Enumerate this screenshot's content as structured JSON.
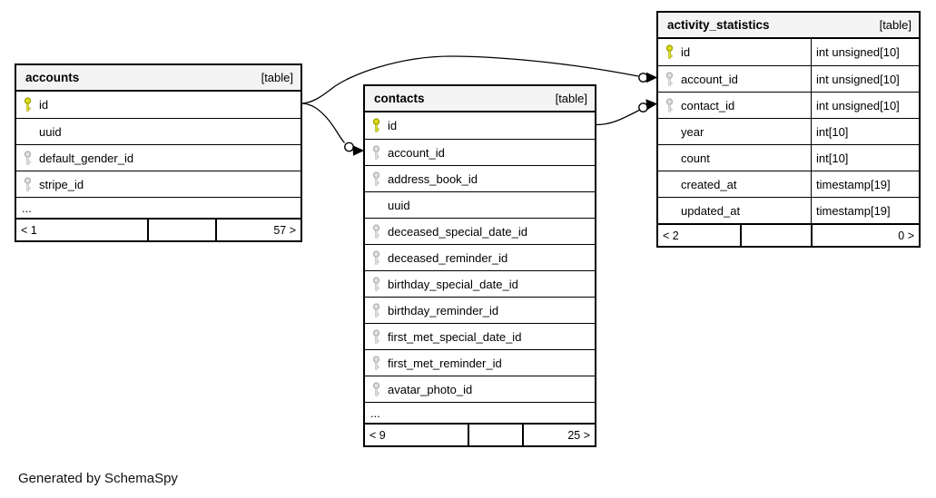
{
  "diagram": {
    "footer_note": "Generated by SchemaSpy"
  },
  "colors": {
    "primary_key": "#dede1f",
    "primary_key_stroke": "#a3a300",
    "foreign_key": "#e2e2e2",
    "foreign_key_stroke": "#b3b3b3",
    "header_bg": "#f4f4f4",
    "border": "#000000"
  },
  "tables": [
    {
      "name": "accounts",
      "badge": "[table]",
      "columns": [
        {
          "name": "id",
          "key": "primary"
        },
        {
          "name": "uuid"
        },
        {
          "name": "default_gender_id",
          "key": "foreign"
        },
        {
          "name": "stripe_id",
          "key": "foreign"
        }
      ],
      "truncated": "...",
      "pager": {
        "left": "< 1",
        "middle": "",
        "right": "57 >"
      }
    },
    {
      "name": "contacts",
      "badge": "[table]",
      "columns": [
        {
          "name": "id",
          "key": "primary"
        },
        {
          "name": "account_id",
          "key": "foreign"
        },
        {
          "name": "address_book_id",
          "key": "foreign"
        },
        {
          "name": "uuid"
        },
        {
          "name": "deceased_special_date_id",
          "key": "foreign"
        },
        {
          "name": "deceased_reminder_id",
          "key": "foreign"
        },
        {
          "name": "birthday_special_date_id",
          "key": "foreign"
        },
        {
          "name": "birthday_reminder_id",
          "key": "foreign"
        },
        {
          "name": "first_met_special_date_id",
          "key": "foreign"
        },
        {
          "name": "first_met_reminder_id",
          "key": "foreign"
        },
        {
          "name": "avatar_photo_id",
          "key": "foreign"
        }
      ],
      "truncated": "...",
      "pager": {
        "left": "< 9",
        "middle": "",
        "right": "25 >"
      }
    },
    {
      "name": "activity_statistics",
      "badge": "[table]",
      "columns": [
        {
          "name": "id",
          "key": "primary",
          "type": "int unsigned[10]"
        },
        {
          "name": "account_id",
          "key": "foreign",
          "type": "int unsigned[10]"
        },
        {
          "name": "contact_id",
          "key": "foreign",
          "type": "int unsigned[10]"
        },
        {
          "name": "year",
          "type": "int[10]"
        },
        {
          "name": "count",
          "type": "int[10]"
        },
        {
          "name": "created_at",
          "type": "timestamp[19]"
        },
        {
          "name": "updated_at",
          "type": "timestamp[19]"
        }
      ],
      "pager": {
        "left": "< 2",
        "middle": "",
        "right": "0 >"
      }
    }
  ],
  "relationships": [
    {
      "from": "accounts.id",
      "to": "activity_statistics.account_id"
    },
    {
      "from": "accounts.id",
      "to": "contacts.account_id"
    },
    {
      "from": "contacts.id",
      "to": "activity_statistics.contact_id"
    }
  ]
}
